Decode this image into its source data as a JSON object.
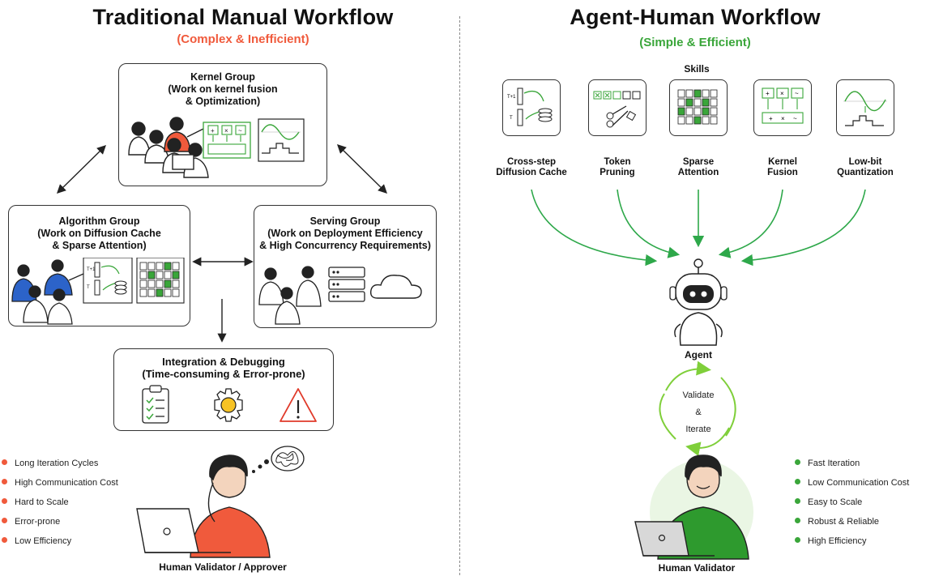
{
  "left": {
    "title": "Traditional Manual Workflow",
    "subtitle": "(Complex & Inefficient)",
    "kernel_group": {
      "title": "Kernel Group",
      "line2": "(Work on kernel fusion",
      "line3": "& Optimization)"
    },
    "algorithm_group": {
      "title": "Algorithm Group",
      "line2": "(Work on Diffusion Cache",
      "line3": "& Sparse Attention)"
    },
    "serving_group": {
      "title": "Serving Group",
      "line2": "(Work on Deployment Efficiency",
      "line3": "& High Concurrency Requirements)"
    },
    "integration": {
      "title": "Integration & Debugging",
      "line2": "(Time-consuming & Error-prone)"
    },
    "bullets": [
      "Long Iteration Cycles",
      "High Communication Cost",
      "Hard to Scale",
      "Error-prone",
      "Low Efficiency"
    ],
    "caption": "Human Validator / Approver"
  },
  "right": {
    "title": "Agent-Human Workflow",
    "subtitle": "(Simple & Efficient)",
    "skills_heading": "Skills",
    "skills": [
      {
        "line1": "Cross-step",
        "line2": "Diffusion Cache"
      },
      {
        "line1": "Token",
        "line2": "Pruning"
      },
      {
        "line1": "Sparse",
        "line2": "Attention"
      },
      {
        "line1": "Kernel",
        "line2": "Fusion"
      },
      {
        "line1": "Low-bit",
        "line2": "Quantization"
      }
    ],
    "agent_label": "Agent",
    "loop": {
      "line1": "Validate",
      "line2": "&",
      "line3": "Iterate"
    },
    "bullets": [
      "Fast Iteration",
      "Low Communication Cost",
      "Easy to Scale",
      "Robust & Reliable",
      "High Efficiency"
    ],
    "caption": "Human Validator"
  },
  "icon_labels": {
    "cache_t1": "T+1",
    "cache_t": "T",
    "op_plus": "+",
    "op_times": "×",
    "op_tilde": "~"
  },
  "colors": {
    "left_accent": "#f05a3c",
    "right_accent": "#3aa63a",
    "arrow_green": "#2ea84a",
    "dark": "#222222"
  }
}
